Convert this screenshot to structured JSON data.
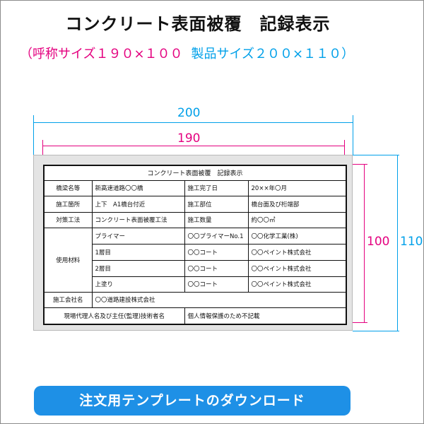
{
  "title": "コンクリート表面被覆　記録表示",
  "sizes": {
    "open_paren": "（",
    "nominal": "呼称サイズ１９０×１００",
    "product": "製品サイズ２００×１１０",
    "close_paren": "）"
  },
  "dimensions": {
    "outer_width": "200",
    "inner_width": "190",
    "inner_height": "100",
    "outer_height": "110",
    "outer_color": "#00a0e9",
    "inner_color": "#e4007f"
  },
  "plate": {
    "header": "コンクリート表面被覆　記録表示",
    "rows": [
      {
        "label": "橋梁名等",
        "value": "新高速道路〇〇橋",
        "label2": "施工完了日",
        "value2": "20××年〇月"
      },
      {
        "label": "施工箇所",
        "value": "上下　A1橋台付近",
        "label2": "施工部位",
        "value2": "橋台面及び桁端部"
      },
      {
        "label": "対策工法",
        "value": "コンクリート表面被覆工法",
        "label2": "施工数量",
        "value2": "約〇〇㎡"
      }
    ],
    "materials_label": "使用材料",
    "materials": [
      {
        "layer": "プライマー",
        "product": "〇〇プライマーNo.1",
        "maker": "〇〇化学工業(株)"
      },
      {
        "layer": "1層目",
        "product": "〇〇コート",
        "maker": "〇〇ペイント株式会社"
      },
      {
        "layer": "2層目",
        "product": "〇〇コート",
        "maker": "〇〇ペイント株式会社"
      },
      {
        "layer": "上塗り",
        "product": "〇〇コート",
        "maker": "〇〇ペイント株式会社"
      }
    ],
    "company_label": "施工会社名",
    "company_value": "〇〇道路建設株式会社",
    "engineer_label": "現場代理人名及び主任(監理)技術者名",
    "engineer_value": "個人情報保護のため不記載"
  },
  "cta_label": "注文用テンプレートのダウンロード"
}
